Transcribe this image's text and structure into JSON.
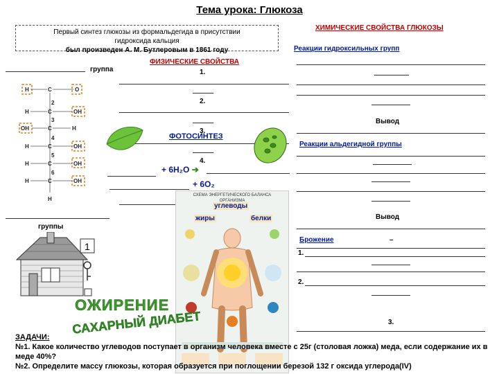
{
  "title": "Тема урока: Глюкоза",
  "note": {
    "line1": "Первый синтез глюкозы из формальдегида в присутствии",
    "line2": "гидроксида кальция",
    "line3": "был произведен А. М. Бутлеровым в 1861 году"
  },
  "left": {
    "group_label_1": "группа",
    "group_label_2": "группы",
    "number_box": "1"
  },
  "molecule": {
    "atoms": [
      "H",
      "C",
      "O",
      "H",
      "C",
      "OH",
      "OH",
      "C",
      "H",
      "H",
      "C",
      "OH",
      "H",
      "C",
      "OH",
      "H",
      "C",
      "OH",
      "H"
    ],
    "carbon_numbers": [
      "2",
      "3",
      "4",
      "5",
      "6"
    ]
  },
  "physical": {
    "heading": "ФИЗИЧЕСКИЕ СВОЙСТВА",
    "n1": "1.",
    "n2": "2.",
    "n3": "3.",
    "n4": "4."
  },
  "photosynthesis": {
    "label": "ФОТОСИНТЕЗ",
    "eq1": "+ 6H₂O",
    "eq2": "+ 6O₂",
    "arrow": "➔"
  },
  "diagram": {
    "title_line1": "СХЕМА ЭНЕРГЕТИЧЕСКОГО БАЛАНСА",
    "title_line2": "ОРГАНИЗМА",
    "carbs": "углеводы",
    "fats": "жиры",
    "proteins": "белки"
  },
  "chemical": {
    "heading": "ХИМИЧЕСКИЕ СВОЙСТВА ГЛЮКОЗЫ",
    "hydroxyl": "Реакции гидроксильных групп",
    "conclusion1": "Вывод",
    "aldehyde": "Реакции альдегидной группы",
    "conclusion2": "Вывод",
    "fermentation": "Брожение",
    "dash": "–",
    "f1": "1.",
    "f2": "2.",
    "f3": "3."
  },
  "wordart": {
    "obesity": "ОЖИРЕНИЕ",
    "diabetes": "САХАРНЫЙ ДИАБЕТ"
  },
  "tasks": {
    "heading": "ЗАДАЧИ:",
    "t1": "№1. Какое количество углеводов поступает в организм человека вместе с 25г (столовая ложка) меда, если содержание их в меде 40%?",
    "t2": "№2. Определите массу глюкозы, которая образуется при поглощении березой 132 г оксида углерода(IV)"
  },
  "colors": {
    "heading_blue": "#0a1a8c",
    "heading_red": "#c00000",
    "dashed_orange": "#e08020",
    "leaf_green": "#5cb82e"
  }
}
